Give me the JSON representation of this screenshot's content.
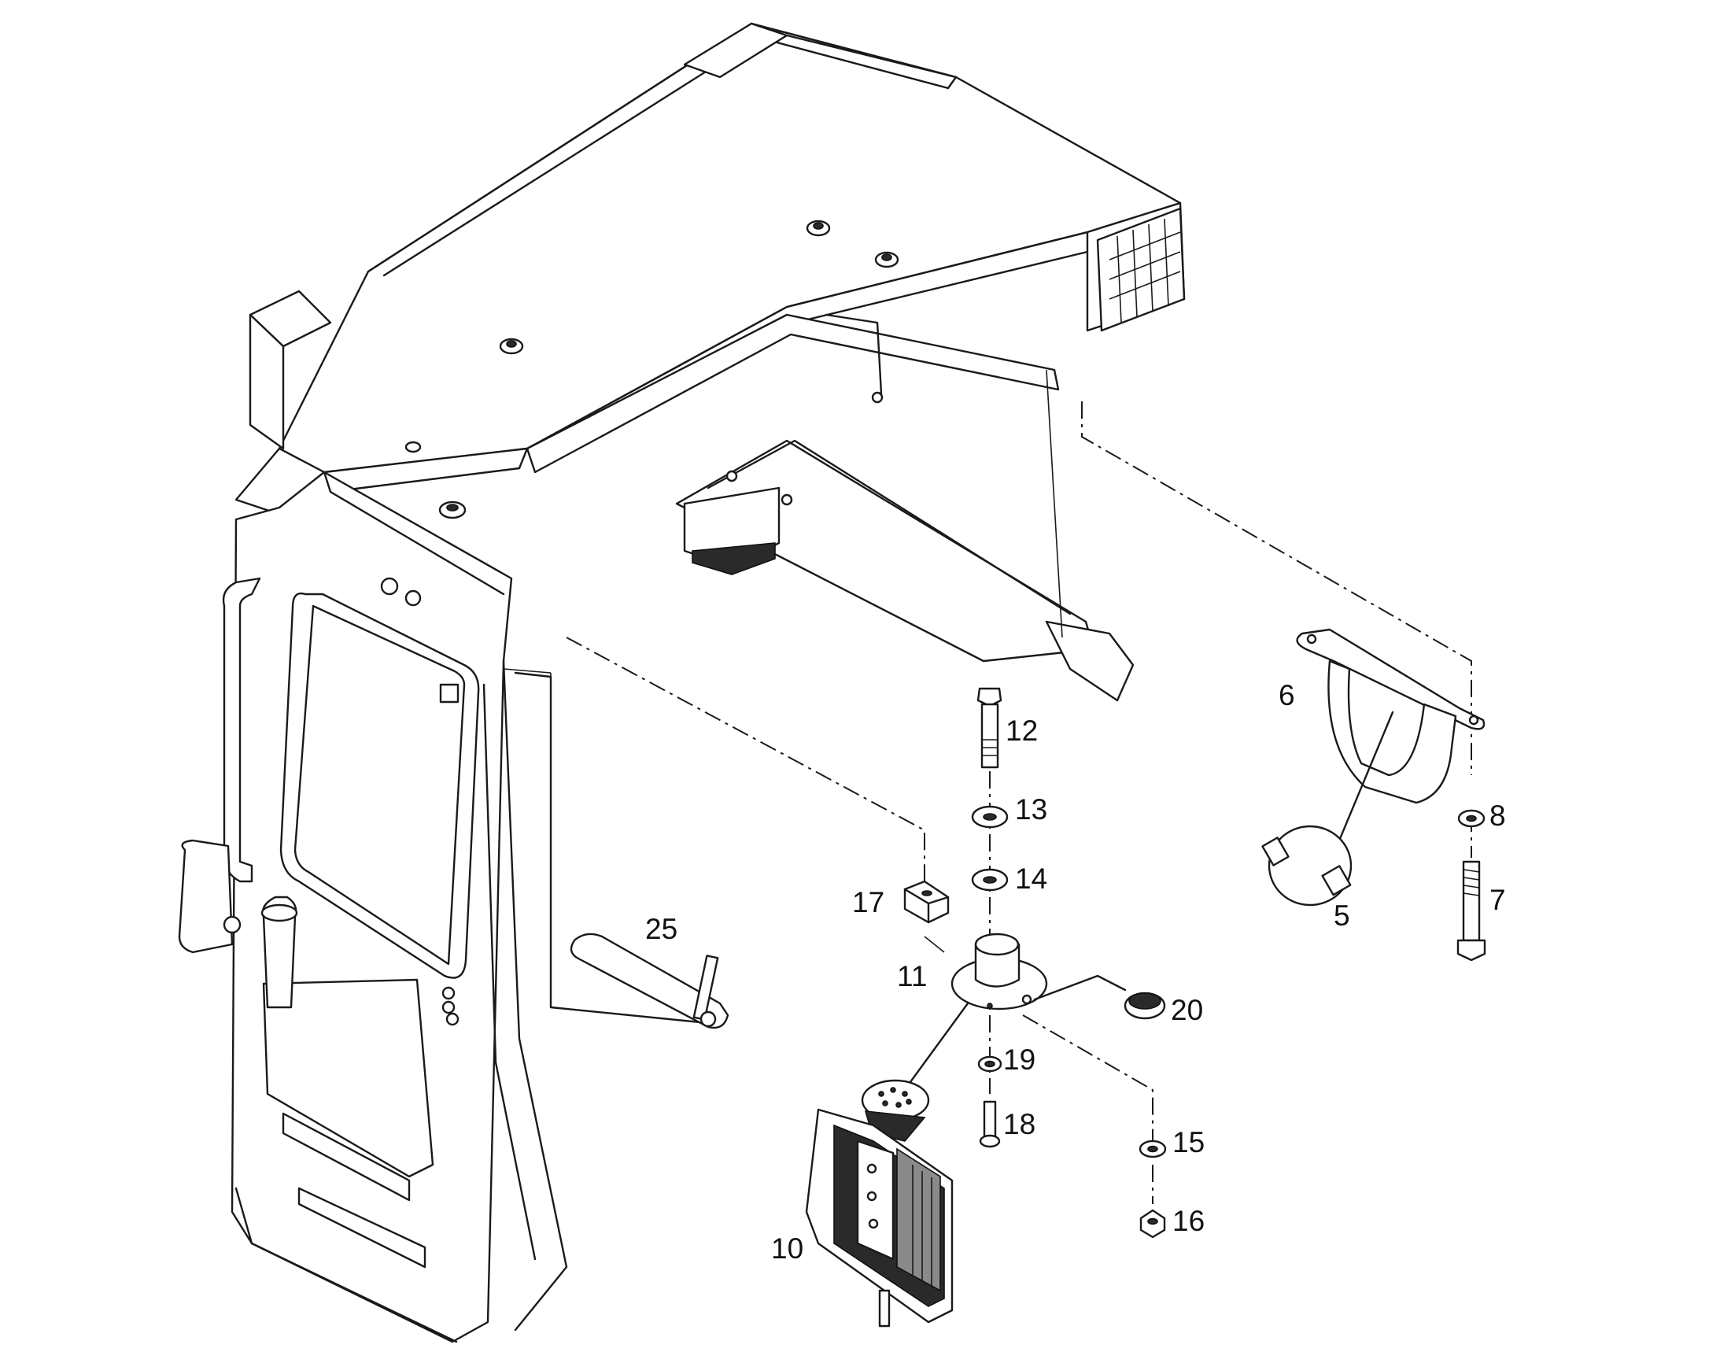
{
  "diagram": {
    "callouts": [
      {
        "id": "5",
        "text": "5"
      },
      {
        "id": "6",
        "text": "6"
      },
      {
        "id": "7",
        "text": "7"
      },
      {
        "id": "8",
        "text": "8"
      },
      {
        "id": "10",
        "text": "10"
      },
      {
        "id": "11",
        "text": "11"
      },
      {
        "id": "12",
        "text": "12"
      },
      {
        "id": "13",
        "text": "13"
      },
      {
        "id": "14",
        "text": "14"
      },
      {
        "id": "15",
        "text": "15"
      },
      {
        "id": "16",
        "text": "16"
      },
      {
        "id": "17",
        "text": "17"
      },
      {
        "id": "18",
        "text": "18"
      },
      {
        "id": "19",
        "text": "19"
      },
      {
        "id": "20",
        "text": "20"
      },
      {
        "id": "25",
        "text": "25"
      }
    ]
  }
}
